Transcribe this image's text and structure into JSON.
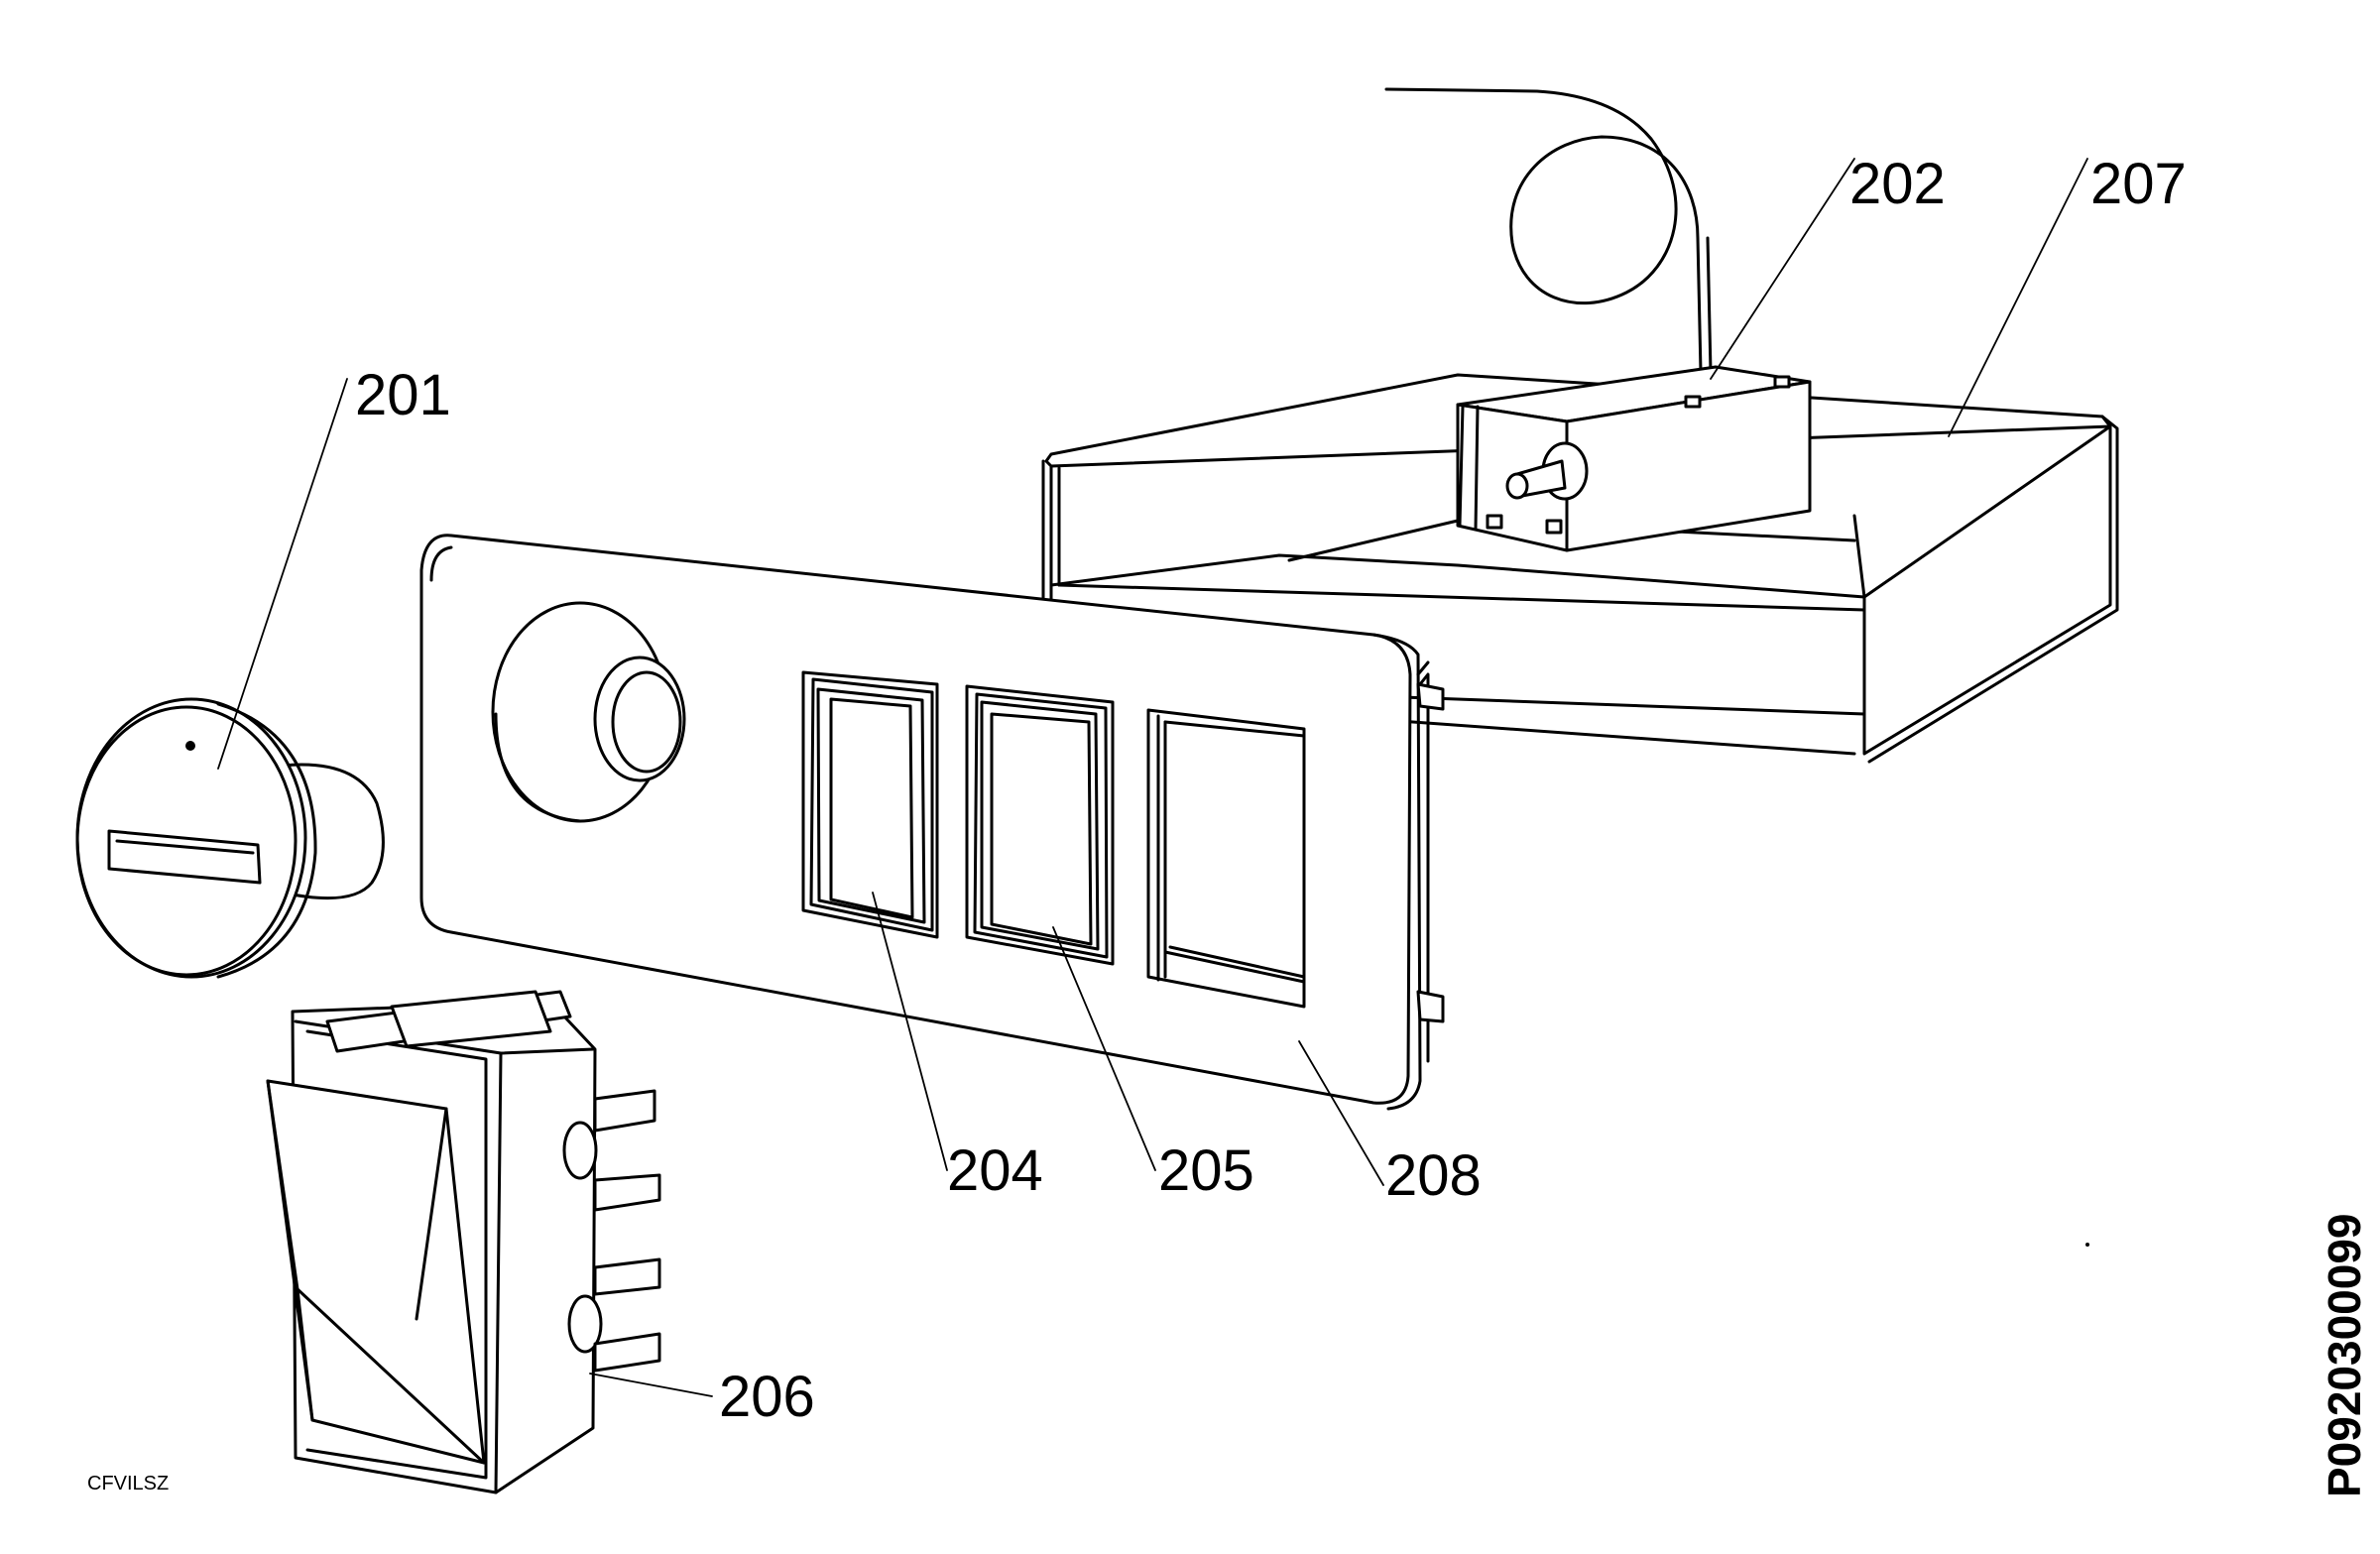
{
  "callouts": {
    "c201": "201",
    "c202": "202",
    "c204": "204",
    "c205": "205",
    "c206": "206",
    "c207": "207",
    "c208": "208"
  },
  "footer": {
    "code": "CFVILSZ",
    "document_id": "P0920300099"
  }
}
